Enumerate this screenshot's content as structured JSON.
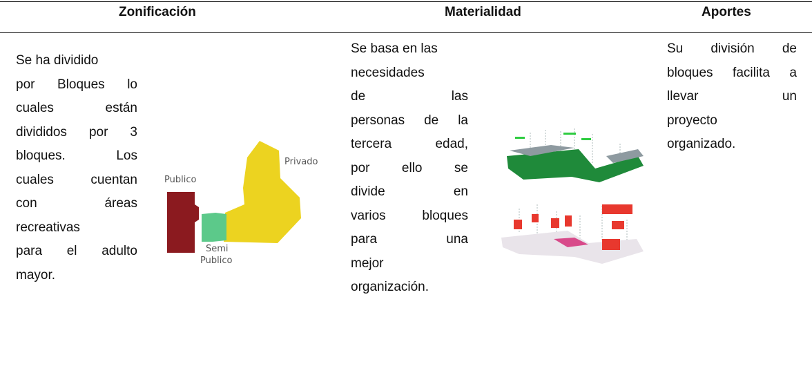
{
  "headers": {
    "zonificacion": "Zonificación",
    "materialidad": "Materialidad",
    "aportes": "Aportes"
  },
  "zonificacion_text": [
    "Se ha dividido",
    "por Bloques lo",
    "cuales están",
    "divididos por 3",
    "bloques. Los",
    "cuales cuentan",
    "con áreas",
    "recreativas",
    "para el adulto",
    "mayor."
  ],
  "zone_diagram": {
    "labels": {
      "publico": "Publico",
      "privado": "Privado",
      "semi_line1": "Semi",
      "semi_line2": "Publico"
    },
    "colors": {
      "publico": "#8b1a1f",
      "semi_publico": "#5cc98a",
      "privado": "#ecd320"
    }
  },
  "materialidad_text": [
    "Se basa en las",
    "necesidades",
    "de las",
    "personas de la",
    "tercera edad,",
    "por ello se",
    "divide en",
    "varios bloques",
    "para una",
    "mejor",
    "organización."
  ],
  "aportes_text": [
    "Su división de",
    "bloques facilita a",
    "llevar un",
    "proyecto",
    "organizado."
  ],
  "models": {
    "top_color": "#1f8a3a",
    "bottom_color": "#e8382e"
  }
}
